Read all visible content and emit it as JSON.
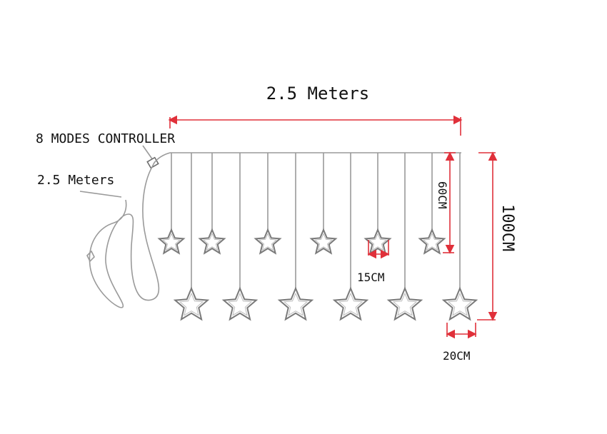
{
  "title_width": "2.5 Meters",
  "controller_label": "8 MODES CONTROLLER",
  "lead_label": "2.5 Meters",
  "drop_short": "60CM",
  "drop_long": "100CM",
  "star_small_size": "15CM",
  "star_large_size": "20CM",
  "colors": {
    "dimension": "#e0303a",
    "wire": "#9a9a9a",
    "star": "#7a7a7a"
  },
  "strands": {
    "short_count": 6,
    "long_count": 6
  }
}
